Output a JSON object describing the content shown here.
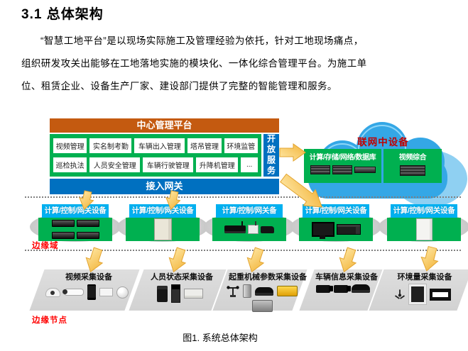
{
  "document": {
    "heading": "3.1 总体架构",
    "paragraph_lines": [
      "“智慧工地平台”是以现场实际施工及管理经验为依托，针对工地现场痛点，",
      "组织研发攻关出能够在工地落地实施的模块化、一体化综合管理平台。为施工单",
      "位、租赁企业、设备生产厂家、建设部门提供了完整的智能管理和服务。"
    ],
    "figure_caption": "图1. 系统总体架构"
  },
  "diagram": {
    "platform": {
      "title": "中心管理平台",
      "modules": [
        [
          "视频管理",
          "实名制考勤",
          "车辆出入管理",
          "塔吊管理",
          "环境监管"
        ],
        [
          "巡检执法",
          "人员安全管理",
          "车辆行驶管理",
          "升降机管理",
          "..."
        ]
      ],
      "open_service": "开放服务",
      "gateway": "接入网关"
    },
    "cloud": {
      "title": "联网中设备",
      "compute_box": "计算/存储/网络/数据库",
      "video_box": "视频综合"
    },
    "edge_layer": {
      "domain_label": "边缘域",
      "node_label": "边缘节点",
      "gateway_boxes": [
        "计算/控制/网关设备",
        "计算/控制/网关设备",
        "计算/控制/网关备",
        "计算/控制/网关设备",
        "计算/控制/网关设备"
      ]
    },
    "device_groups": [
      "视频采集设备",
      "人员状态采集设备",
      "起重机械参数采集设备",
      "车辆信息采集设备",
      "环境量采集设备"
    ],
    "icons": {
      "cloud_compute": [
        "blade-server",
        "rack-server",
        "flat-server"
      ],
      "cloud_video": [
        "rack-server"
      ],
      "edge_box_1": [
        "rack-server",
        "rack-server",
        "rack-server",
        "rack-server"
      ],
      "edge_box_2": [
        "control-cabinet"
      ],
      "edge_box_3": [
        "gateway-router",
        "antenna-box",
        "adapter-pod"
      ],
      "edge_box_4": [
        "monitor",
        "industrial-pc"
      ],
      "edge_box_5": [
        "control-cabinet"
      ],
      "group_video": [
        "dome-camera",
        "bullet-camera",
        "smartphone",
        "box-camera",
        "ptz-camera"
      ],
      "group_personnel": [
        "access-reader",
        "face-terminal",
        "card-reader"
      ],
      "group_crane": [
        "anemometer",
        "sensor-stack",
        "display-unit",
        "hoist-limiter",
        "sensor-box"
      ],
      "group_vehicle": [
        "vehicle-camera",
        "vehicle-camera",
        "obd-unit"
      ],
      "group_environment": [
        "wind-sensor",
        "solar-panel",
        "dust-monitor"
      ]
    },
    "colors": {
      "platform_header_orange": "#C45A10",
      "platform_green": "#00B050",
      "platform_blue": "#0070C0",
      "edge_header_cyan": "#00B0F0",
      "cloud_blue": "#34A7E6",
      "label_red": "#FF0000",
      "cloud_title_red": "#C00000",
      "arrow_yellow": "#F5B73F",
      "slab_gray": "#D9D9D9"
    }
  }
}
